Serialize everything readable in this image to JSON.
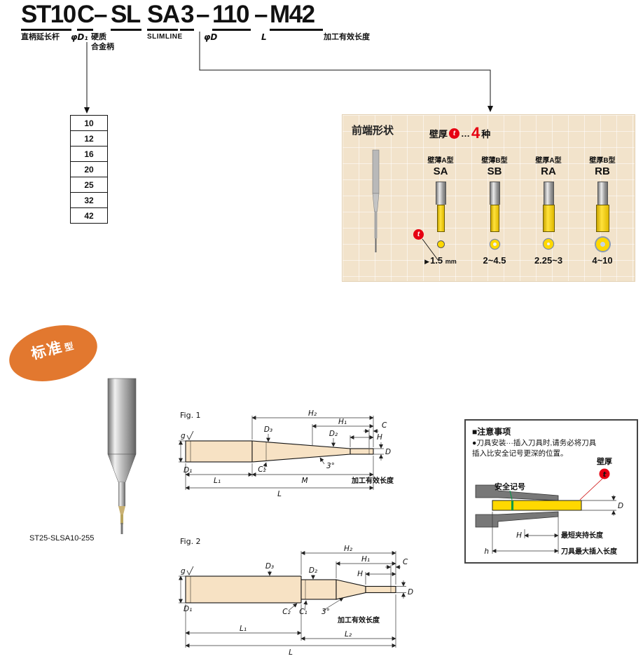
{
  "colors": {
    "accent_red": "#e60012",
    "panel_bg": "#f2e3cb",
    "badge_orange": "#e2782f",
    "tool_yellow": "#ffd800",
    "safety_green": "#009944"
  },
  "code": {
    "segments": [
      {
        "text": "ST10"
      },
      {
        "text": "C"
      },
      {
        "text": "–"
      },
      {
        "text": "SL"
      },
      {
        "text": "SA"
      },
      {
        "text": "3"
      },
      {
        "text": "–"
      },
      {
        "text": "110"
      },
      {
        "text": "–"
      },
      {
        "text": "M42"
      }
    ],
    "labels": {
      "shank": "直柄延长杆",
      "d1": "φD₁",
      "carbide1": "硬质",
      "carbide2": "合金柄",
      "slimline": "SLIMLINE",
      "d": "φD",
      "l": "L",
      "eff": "加工有效长度"
    }
  },
  "d1_table": {
    "values": [
      "10",
      "12",
      "16",
      "20",
      "25",
      "32",
      "42"
    ]
  },
  "front_panel": {
    "title": "前端形状",
    "wall_prefix": "壁厚",
    "wall_t": "t",
    "wall_dots": "…",
    "wall_count": "4",
    "wall_suffix": "种",
    "pointer_icon": "▶",
    "t_badge": "t",
    "columns": [
      {
        "type": "壁薄A型",
        "code": "SA",
        "value": "1.5",
        "unit": "mm"
      },
      {
        "type": "壁薄B型",
        "code": "SB",
        "value": "2~4.5",
        "unit": ""
      },
      {
        "type": "壁厚A型",
        "code": "RA",
        "value": "2.25~3",
        "unit": ""
      },
      {
        "type": "壁厚B型",
        "code": "RB",
        "value": "4~10",
        "unit": ""
      }
    ]
  },
  "standard_badge": {
    "main": "标准",
    "sub": "型"
  },
  "tool_photo": {
    "model": "ST25-SLSA10-255"
  },
  "fig1": {
    "title": "Fig. 1",
    "H2": "H₂",
    "H1": "H₁",
    "C": "C",
    "H": "H",
    "D": "D",
    "D3": "D₃",
    "D2": "D₂",
    "g": "g",
    "D1": "D₁",
    "L1": "L₁",
    "C2": "C₂",
    "M": "M",
    "angle": "3°",
    "L": "L",
    "eff": "加工有效长度"
  },
  "fig2": {
    "title": "Fig. 2",
    "H2": "H₂",
    "H1": "H₁",
    "C": "C",
    "H": "H",
    "D": "D",
    "D3": "D₃",
    "D2": "D₂",
    "g": "g",
    "D1": "D₁",
    "C2": "C₂",
    "C1": "C₁",
    "angle": "3°",
    "L1": "L₁",
    "L2": "L₂",
    "L": "L",
    "eff": "加工有效长度"
  },
  "notes": {
    "title": "■注意事项",
    "line1": "●刀具安装···插入刀具时,请务必将刀具",
    "line2": "插入比安全记号更深的位置。",
    "safety": "安全记号",
    "wall": "壁厚",
    "t": "t",
    "D": "D",
    "H": "H",
    "h": "h",
    "min_clamp": "最短夹持长度",
    "max_insert": "刀具最大插入长度"
  }
}
